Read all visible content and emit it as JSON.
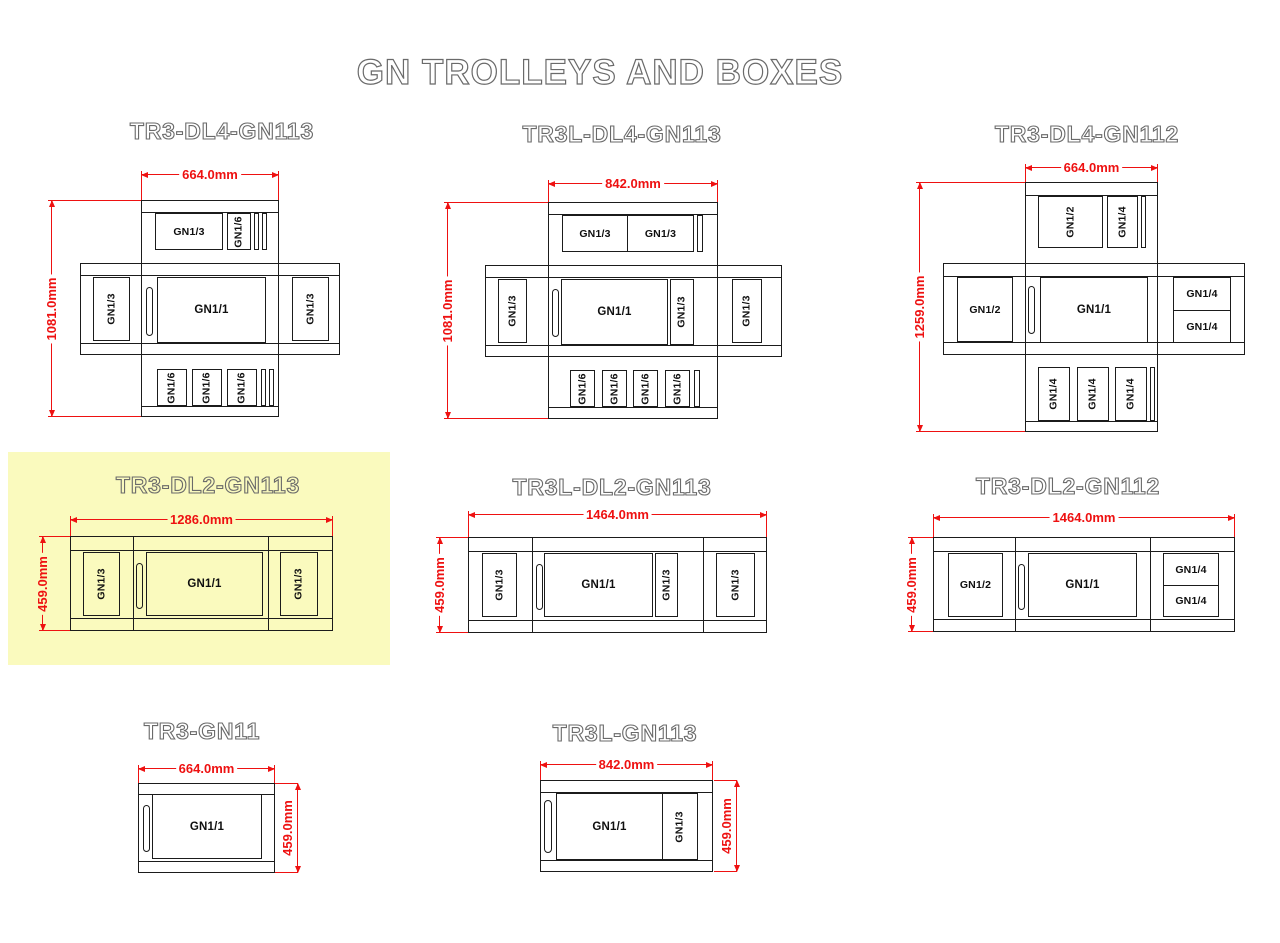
{
  "page": {
    "title": "GN TROLLEYS AND BOXES"
  },
  "colors": {
    "dimension_red": "#ee1111",
    "highlight_yellow": "#fafabe",
    "line_black": "#1b1b1b",
    "title_outline_gray": "#6a6a6a"
  },
  "diagrams": [
    {
      "title": "TR3-DL4-GN113",
      "dim_width": "664.0mm",
      "dim_height": "1081.0mm",
      "top_boxes": [
        "GN1/3",
        "GN1/6"
      ],
      "left_box": "GN1/3",
      "center_box": "GN1/1",
      "right_box": "GN1/3",
      "bottom_boxes": [
        "GN1/6",
        "GN1/6",
        "GN1/6"
      ],
      "highlighted": false
    },
    {
      "title": "TR3L-DL4-GN113",
      "dim_width": "842.0mm",
      "dim_height": "1081.0mm",
      "top_boxes": [
        "GN1/3",
        "GN1/3"
      ],
      "left_box": "GN1/3",
      "center_box": "GN1/1",
      "center_right_box": "GN1/3",
      "right_box": "GN1/3",
      "bottom_boxes": [
        "GN1/6",
        "GN1/6",
        "GN1/6",
        "GN1/6"
      ],
      "highlighted": false
    },
    {
      "title": "TR3-DL4-GN112",
      "dim_width": "664.0mm",
      "dim_height": "1259.0mm",
      "top_boxes": [
        "GN1/2",
        "GN1/4"
      ],
      "left_box": "GN1/2",
      "center_box": "GN1/1",
      "right_stack": [
        "GN1/4",
        "GN1/4"
      ],
      "bottom_boxes": [
        "GN1/4",
        "GN1/4",
        "GN1/4"
      ],
      "highlighted": false
    },
    {
      "title": "TR3-DL2-GN113",
      "dim_width": "1286.0mm",
      "dim_height": "459.0mm",
      "left_box": "GN1/3",
      "center_box": "GN1/1",
      "right_box": "GN1/3",
      "highlighted": true
    },
    {
      "title": "TR3L-DL2-GN113",
      "dim_width": "1464.0mm",
      "dim_height": "459.0mm",
      "left_box": "GN1/3",
      "center_box": "GN1/1",
      "center_right_box": "GN1/3",
      "right_box": "GN1/3",
      "highlighted": false
    },
    {
      "title": "TR3-DL2-GN112",
      "dim_width": "1464.0mm",
      "dim_height": "459.0mm",
      "left_box": "GN1/2",
      "center_box": "GN1/1",
      "right_stack": [
        "GN1/4",
        "GN1/4"
      ],
      "highlighted": false
    },
    {
      "title": "TR3-GN11",
      "dim_width": "664.0mm",
      "dim_height": "459.0mm",
      "center_box": "GN1/1",
      "highlighted": false
    },
    {
      "title": "TR3L-GN113",
      "dim_width": "842.0mm",
      "dim_height": "459.0mm",
      "center_box": "GN1/1",
      "center_right_box": "GN1/3",
      "highlighted": false
    }
  ]
}
